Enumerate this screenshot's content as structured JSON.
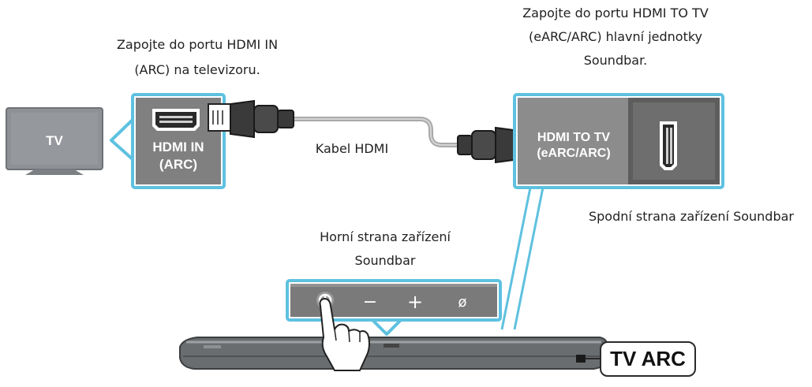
{
  "labels": {
    "tv": "TV",
    "tv_port": {
      "line1": "Zapojte do portu HDMI IN",
      "line2": "(ARC) na televizoru."
    },
    "soundbar_port": {
      "line1": "Zapojte do portu HDMI TO TV",
      "line2": "(eARC/ARC) hlavní jednotky",
      "line3": "Soundbar."
    },
    "cable": "Kabel HDMI",
    "bottom_side": "Spodní strana zařízení Soundbar",
    "top_side": {
      "line1": "Horní strana zařízení",
      "line2": "Soundbar"
    },
    "hdmi_in_port": {
      "line1": "HDMI IN",
      "line2": "(ARC)"
    },
    "hdmi_to_tv_port": {
      "line1": "HDMI TO TV",
      "line2": "(eARC/ARC)"
    },
    "tv_arc": "TV ARC",
    "buttons": {
      "minus": "−",
      "plus": "+",
      "mic": "ø"
    }
  },
  "colors": {
    "callout": "#5ec1e0",
    "panel": "#8c8c8c",
    "panel_dark": "#5d5d5d",
    "tv_body": "#8e9195"
  },
  "icons": [
    "tv-icon",
    "hdmi-port-icon",
    "hdmi-cable-icon",
    "soundbar-icon",
    "hand-icon",
    "power-button-icon"
  ]
}
